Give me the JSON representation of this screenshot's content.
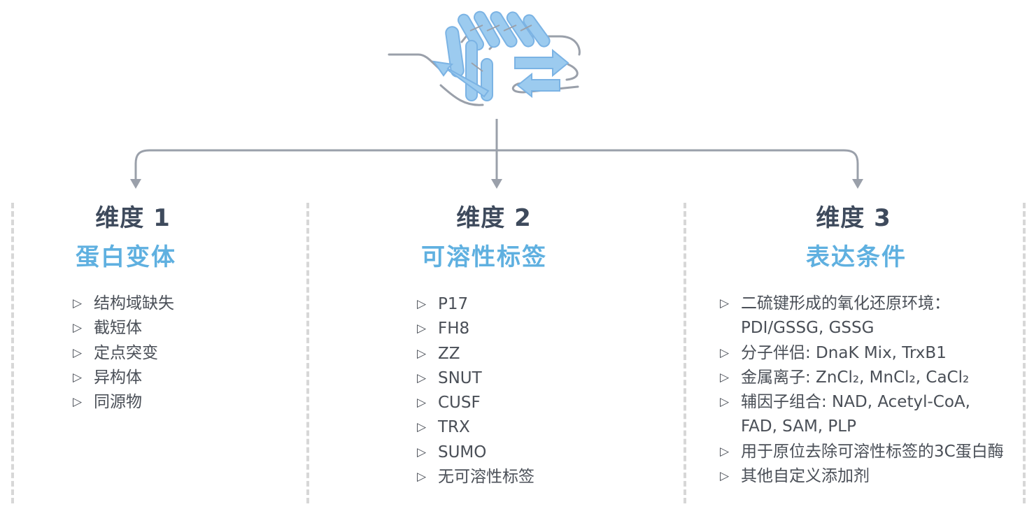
{
  "colors": {
    "helix_fill": "#9ccbef",
    "helix_stroke": "#7bb3e4",
    "coil": "#9aa0aa",
    "arrow": "#9aa0aa",
    "dimension_text": "#3e4a5c",
    "category_text": "#5fb0e0",
    "item_text": "#4a4f57",
    "divider": "#d7d7d7"
  },
  "icons": {
    "protein": "protein-structure-icon",
    "bullet": "▷"
  },
  "columns": [
    {
      "dimension": "维度 1",
      "category": "蛋白变体",
      "items": [
        {
          "text": "结构域缺失"
        },
        {
          "text": "截短体"
        },
        {
          "text": "定点突变"
        },
        {
          "text": "异构体"
        },
        {
          "text": "同源物"
        }
      ]
    },
    {
      "dimension": "维度 2",
      "category": "可溶性标签",
      "items": [
        {
          "text": "P17"
        },
        {
          "text": "FH8"
        },
        {
          "text": "ZZ"
        },
        {
          "text": "SNUT"
        },
        {
          "text": "CUSF"
        },
        {
          "text": "TRX"
        },
        {
          "text": "SUMO"
        },
        {
          "text": "无可溶性标签"
        }
      ]
    },
    {
      "dimension": "维度 3",
      "category": "表达条件",
      "items": [
        {
          "text": "二硫键形成的氧化还原环境：",
          "cont": "PDI/GSSG, GSSG"
        },
        {
          "text": "分子伴侣: DnaK Mix, TrxB1"
        },
        {
          "text": "金属离子: ZnCl₂, MnCl₂, CaCl₂"
        },
        {
          "text": "辅因子组合: NAD, Acetyl-CoA,",
          "cont": "FAD, SAM, PLP"
        },
        {
          "text": "用于原位去除可溶性标签的3C蛋白酶"
        },
        {
          "text": "其他自定义添加剂"
        }
      ]
    }
  ]
}
